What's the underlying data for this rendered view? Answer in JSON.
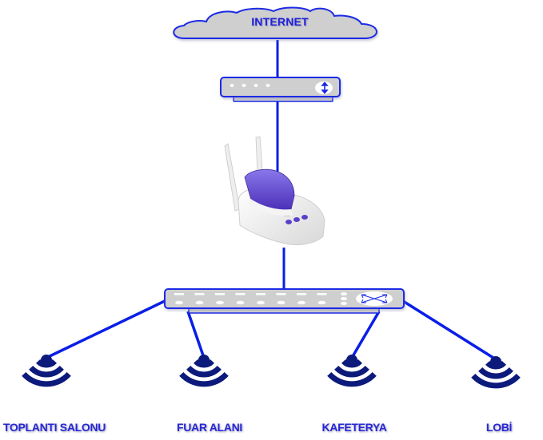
{
  "colors": {
    "link": "#0a1ee8",
    "device_outline": "#1a2ae6",
    "device_fill": "#cfcfcf",
    "wifi": "#0c1a7c",
    "label": "#2727d6",
    "printer_cover": "#6a4fd8",
    "printer_body": "#ececec"
  },
  "cloud": {
    "label": "INTERNET",
    "icon": "cloud-icon"
  },
  "modem": {
    "icon": "modem-icon",
    "port_count": 4,
    "button_icon": "up-down-arrow-icon"
  },
  "hotspot_printer": {
    "icon": "hotspot-ticket-printer-icon",
    "antenna_count": 2,
    "button_count": 3
  },
  "switch": {
    "icon": "network-switch-icon",
    "port_count": 8,
    "status_led_count": 3,
    "uplink_icon": "cross-arrows-icon"
  },
  "access_points": [
    {
      "label": "TOPLANTI  SALONU",
      "icon": "wifi-signal-icon"
    },
    {
      "label": "FUAR ALANI",
      "icon": "wifi-signal-icon"
    },
    {
      "label": "KAFETERYA",
      "icon": "wifi-signal-icon"
    },
    {
      "label": "LOBİ",
      "icon": "wifi-signal-icon"
    }
  ]
}
